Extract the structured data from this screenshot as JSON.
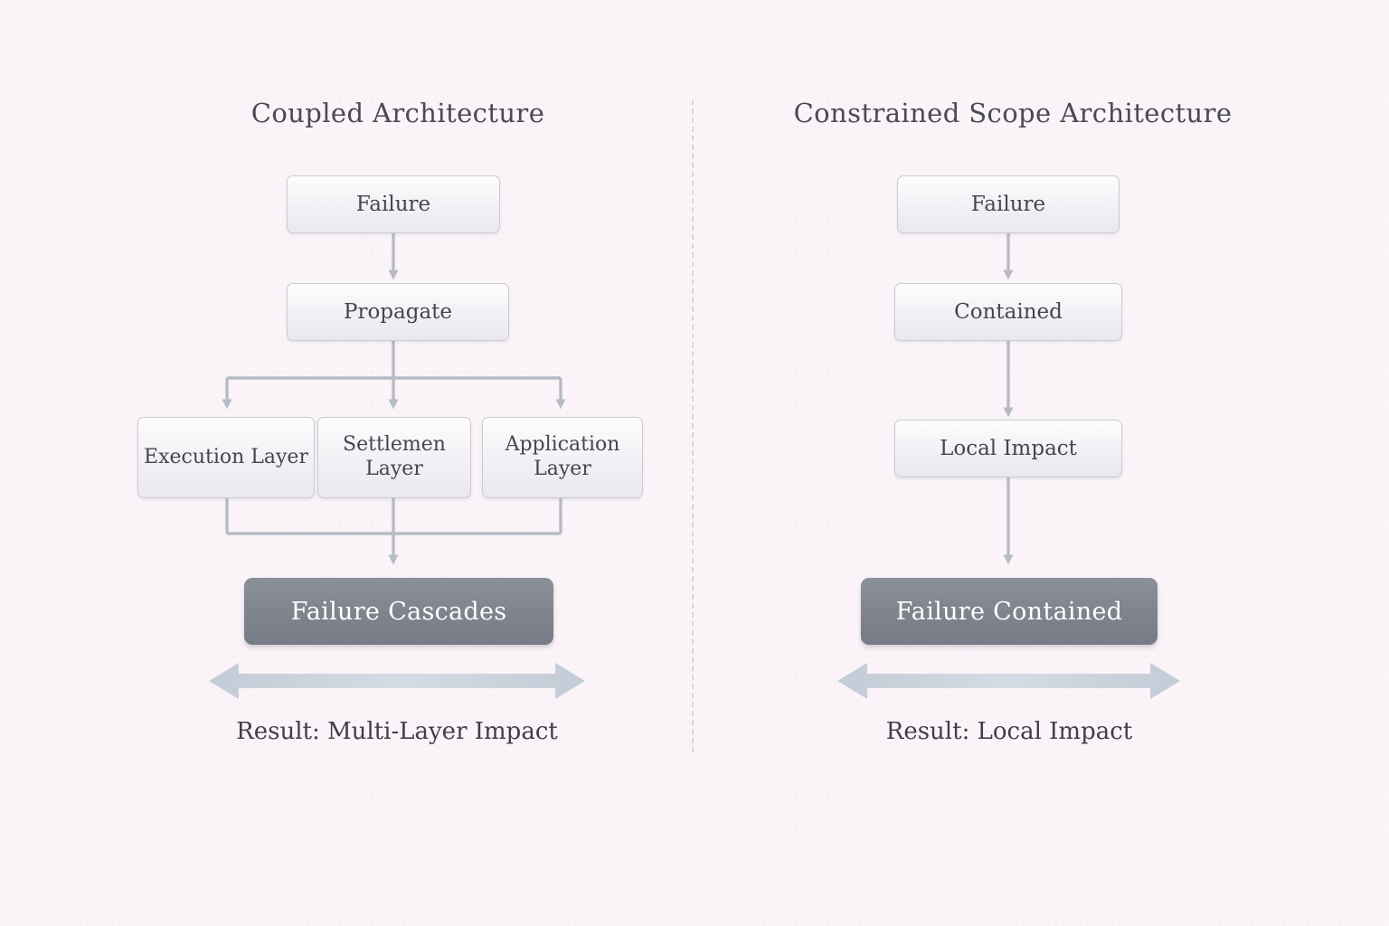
{
  "background_color": "#faf3f8",
  "divider": {
    "name": "vertical-dashed-divider",
    "color": "#ddd3dd"
  },
  "colors": {
    "node_border": "#c9ccd4",
    "node_fill_top": "#fdfdfe",
    "node_fill_bottom": "#e8e8ee",
    "node_text": "#45454e",
    "dark_node_fill": "#7e838c",
    "dark_node_text": "#ffffff",
    "connector": "#b6bcc6",
    "title_text": "#4a4a52",
    "caption_text": "#3f3f48"
  },
  "panels": [
    {
      "id": "left",
      "title": "Coupled Architecture",
      "nodes": [
        {
          "id": "failure",
          "label": "Failure",
          "style": "light"
        },
        {
          "id": "propagate",
          "label": "Propagate",
          "style": "light"
        },
        {
          "id": "execution",
          "label": "Execution Layer",
          "style": "light"
        },
        {
          "id": "settlement",
          "label": "Settlemen Layer",
          "style": "light"
        },
        {
          "id": "application",
          "label": "Application Layer",
          "style": "light"
        },
        {
          "id": "cascades",
          "label": "Failure Cascades",
          "style": "dark"
        }
      ],
      "flow": "Failure -> Propagate -> (Execution Layer, Settlemen Layer, Application Layer) -> Failure Cascades",
      "result_caption": "Result: Multi-Layer Impact"
    },
    {
      "id": "right",
      "title": "Constrained Scope Architecture",
      "nodes": [
        {
          "id": "failure2",
          "label": "Failure",
          "style": "light"
        },
        {
          "id": "contained",
          "label": "Contained",
          "style": "light"
        },
        {
          "id": "localimpact",
          "label": "Local Impact",
          "style": "light"
        },
        {
          "id": "contained2",
          "label": "Failure Contained",
          "style": "dark"
        }
      ],
      "flow": "Failure -> Contained -> Local Impact -> Failure Contained",
      "result_caption": "Result: Local Impact"
    }
  ]
}
